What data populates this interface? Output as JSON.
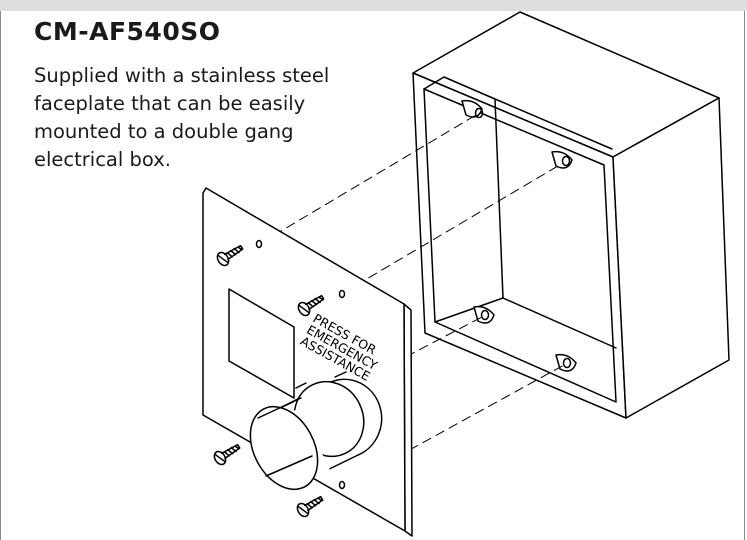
{
  "product": {
    "model": "CM-AF540SO",
    "description": "Supplied with a stainless steel faceplate that can be easily mounted to a double gang electrical box."
  },
  "diagram": {
    "faceplate_label": [
      "PRESS FOR",
      "EMERGENCY",
      "ASSISTANCE"
    ]
  }
}
